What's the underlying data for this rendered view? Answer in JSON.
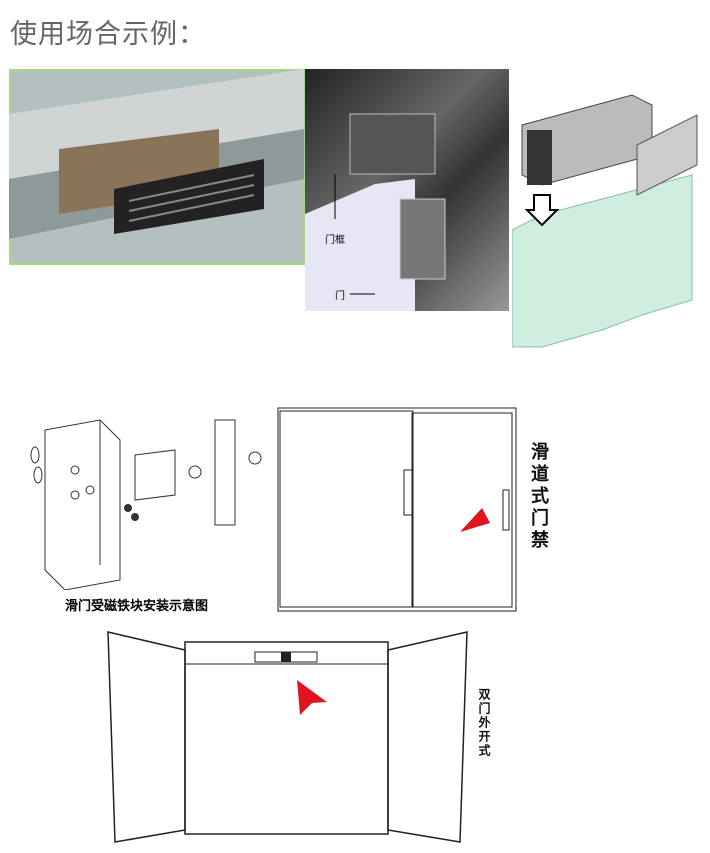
{
  "heading": "使用场合示例：",
  "photo2_labels": {
    "frame": "门框",
    "door": "门"
  },
  "caption_sliding_bracket": "滑门受磁铁块安装示意图",
  "label_sliding_door": "滑道式门禁",
  "label_double_door": "双门外开式",
  "colors": {
    "arrow": "#e0141e",
    "photo1_border": "#a8d48a",
    "glass": "#cfeede"
  }
}
